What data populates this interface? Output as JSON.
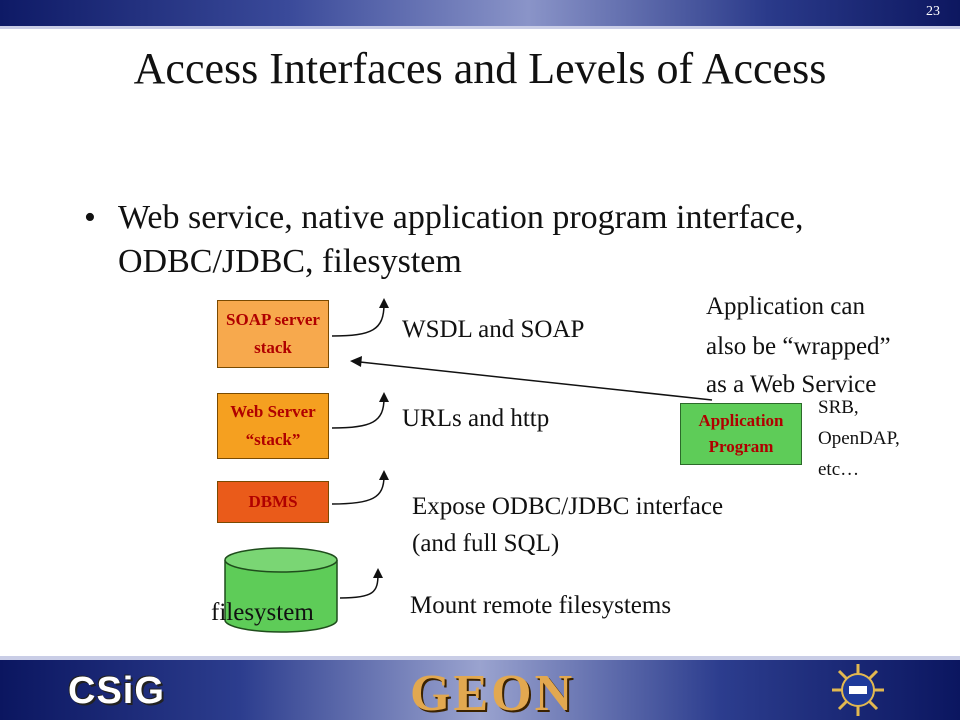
{
  "slide_number": "23",
  "title": "Access Interfaces and Levels of Access",
  "bullet": "Web service, native application program interface, ODBC/JDBC, filesystem",
  "diagram": {
    "soap_box": [
      "SOAP server",
      "stack"
    ],
    "web_box": [
      "Web Server",
      "“stack”"
    ],
    "dbms_box": "DBMS",
    "filesystem_label": "filesystem",
    "app_box": [
      "Application",
      "Program"
    ],
    "labels": {
      "wsdl": "WSDL and SOAP",
      "urls": "URLs and http",
      "odbc": [
        "Expose ODBC/JDBC interface",
        "(and full SQL)"
      ],
      "mount": "Mount remote filesystems",
      "app_note": [
        "Application can",
        "also be “wrapped”",
        "as a Web Service"
      ],
      "srb": [
        "SRB,",
        "OpenDAP,",
        "etc…"
      ]
    }
  },
  "footer": {
    "logo_left": "CSiG",
    "logo_center": "GEON"
  },
  "colors": {
    "soap": "#f7a94d",
    "web": "#f5a020",
    "dbms": "#ea5b1a",
    "app": "#5ecc58",
    "filesystem": "#5ecc58"
  }
}
